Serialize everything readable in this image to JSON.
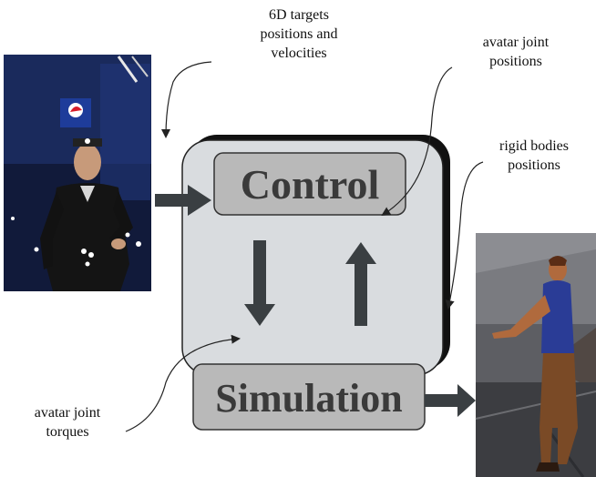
{
  "labels": {
    "targets": "6D targets\npositions and\nvelocities",
    "avatar_joint_positions": "avatar joint\npositions",
    "rigid_bodies_positions": "rigid bodies\npositions",
    "avatar_joint_torques": "avatar joint\ntorques"
  },
  "boxes": {
    "control": "Control",
    "simulation": "Simulation"
  },
  "colors": {
    "outer_box_fill": "#d9dcdf",
    "outer_box_shadow": "#111111",
    "inner_box_fill": "#b9b9b9",
    "arrow": "#3a3f42",
    "box_text": "#3a3a3a"
  },
  "images": {
    "left_photo": "motion-capture-performer-photo",
    "right_render": "simulated-avatar-render"
  }
}
